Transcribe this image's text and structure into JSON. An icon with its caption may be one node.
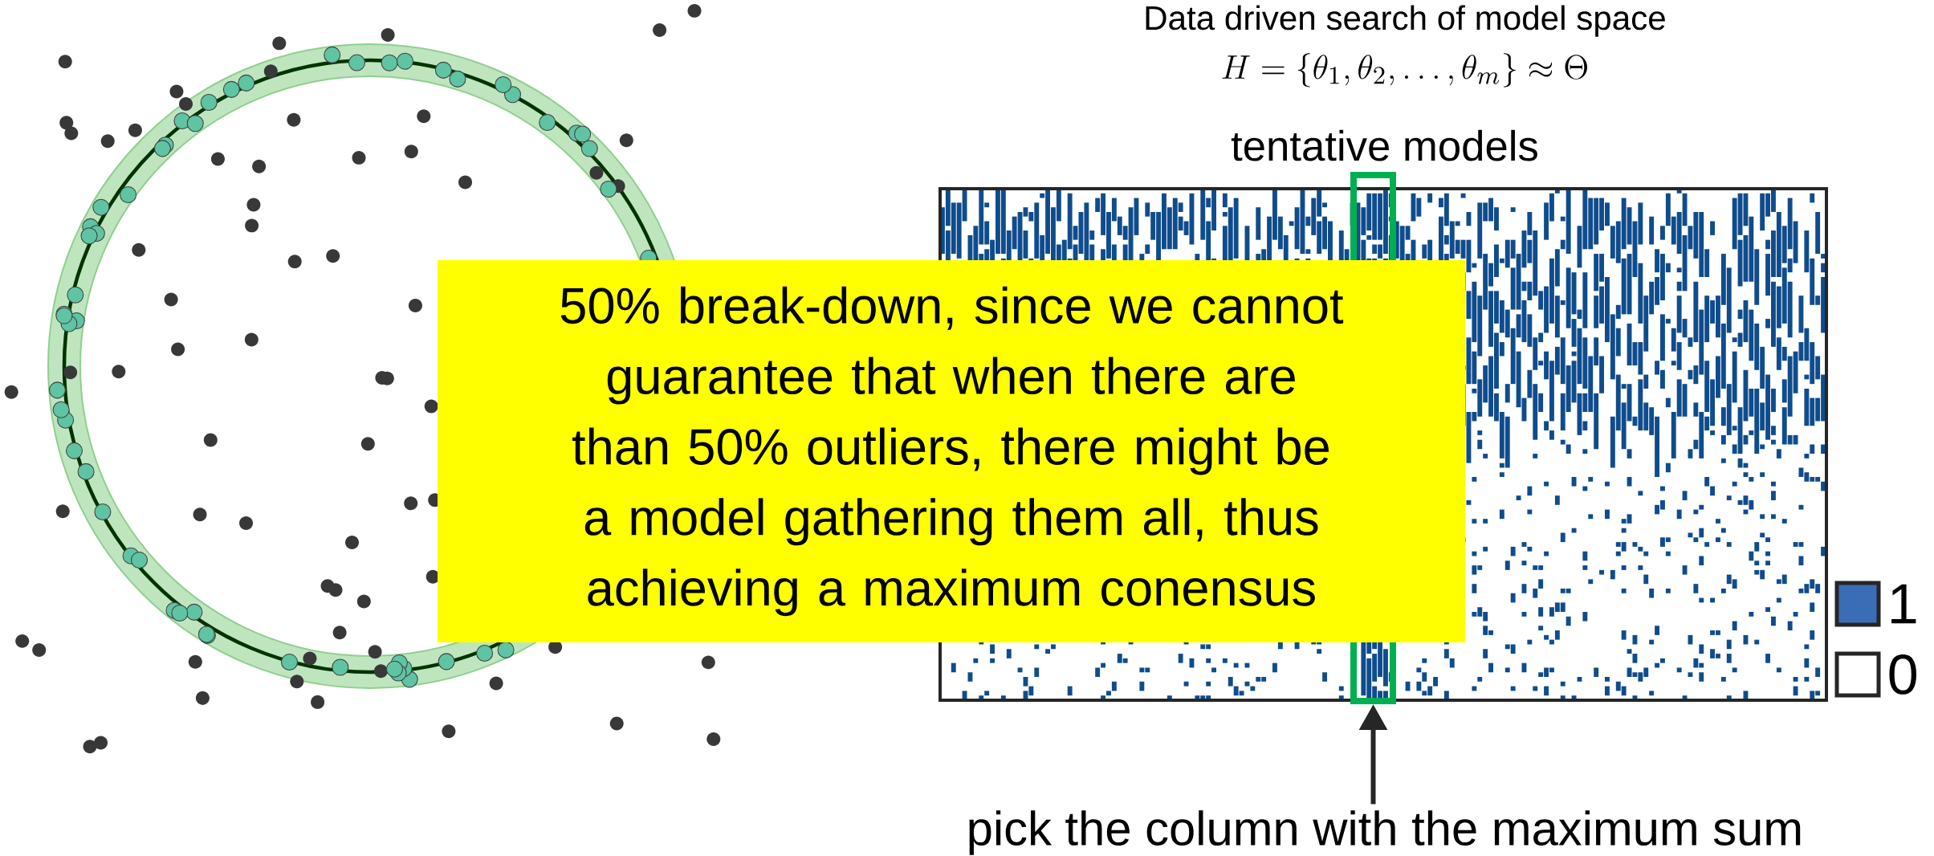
{
  "diagram": {
    "title": "Data driven search of model space",
    "nodes": [
      {
        "text": [
          "tentative models"
        ]
      },
      {
        "text": [],
        "shape": "box",
        "in": 0
      },
      {
        "text": [
          "pick the column with the maximum sum"
        ]
      },
      {
        "text": [
          "50% break-down, since we cannot guarantee that when there are than 50% outliers, there might be a model gathering them all, thus achieving a maximum conensus"
        ]
      }
    ],
    "edges": [
      {
        "from": 2,
        "to": 1,
        "arrow": "to"
      }
    ],
    "labels": [
      "H=\\{\\theta_1,\\theta_2,\\ldots,\\theta_m\\}\\approx\\Theta"
    ],
    "legend": [
      {
        "text": "1",
        "color": "#3a6db5"
      },
      {
        "text": "0"
      }
    ]
  }
}
